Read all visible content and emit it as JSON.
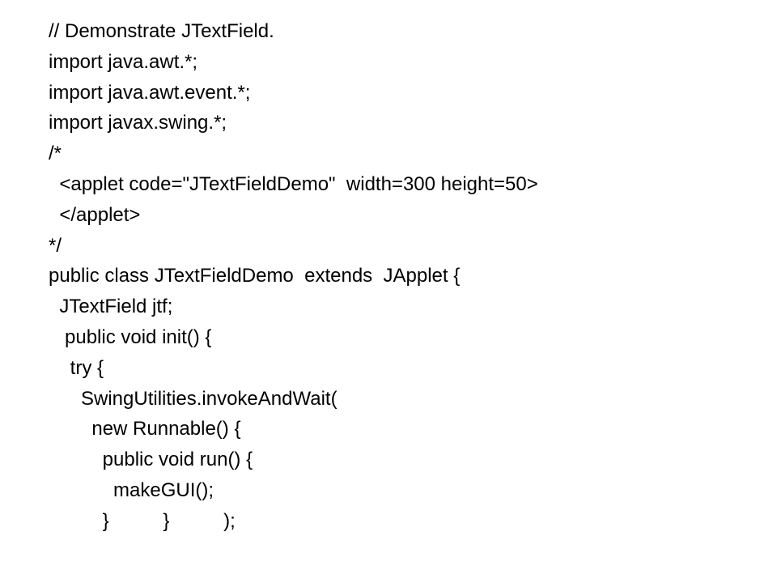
{
  "slide": {
    "code_lines": [
      "// Demonstrate JTextField.",
      "import java.awt.*;",
      "import java.awt.event.*;",
      "import javax.swing.*;",
      "/*",
      "  <applet code=\"JTextFieldDemo\"  width=300 height=50>",
      "  </applet>",
      "*/",
      "public class JTextFieldDemo  extends  JApplet {",
      "  JTextField jtf;",
      "   public void init() {",
      "    try {",
      "      SwingUtilities.invokeAndWait(",
      "        new Runnable() {",
      "          public void run() {",
      "            makeGUI();",
      "          }          }          );"
    ]
  }
}
